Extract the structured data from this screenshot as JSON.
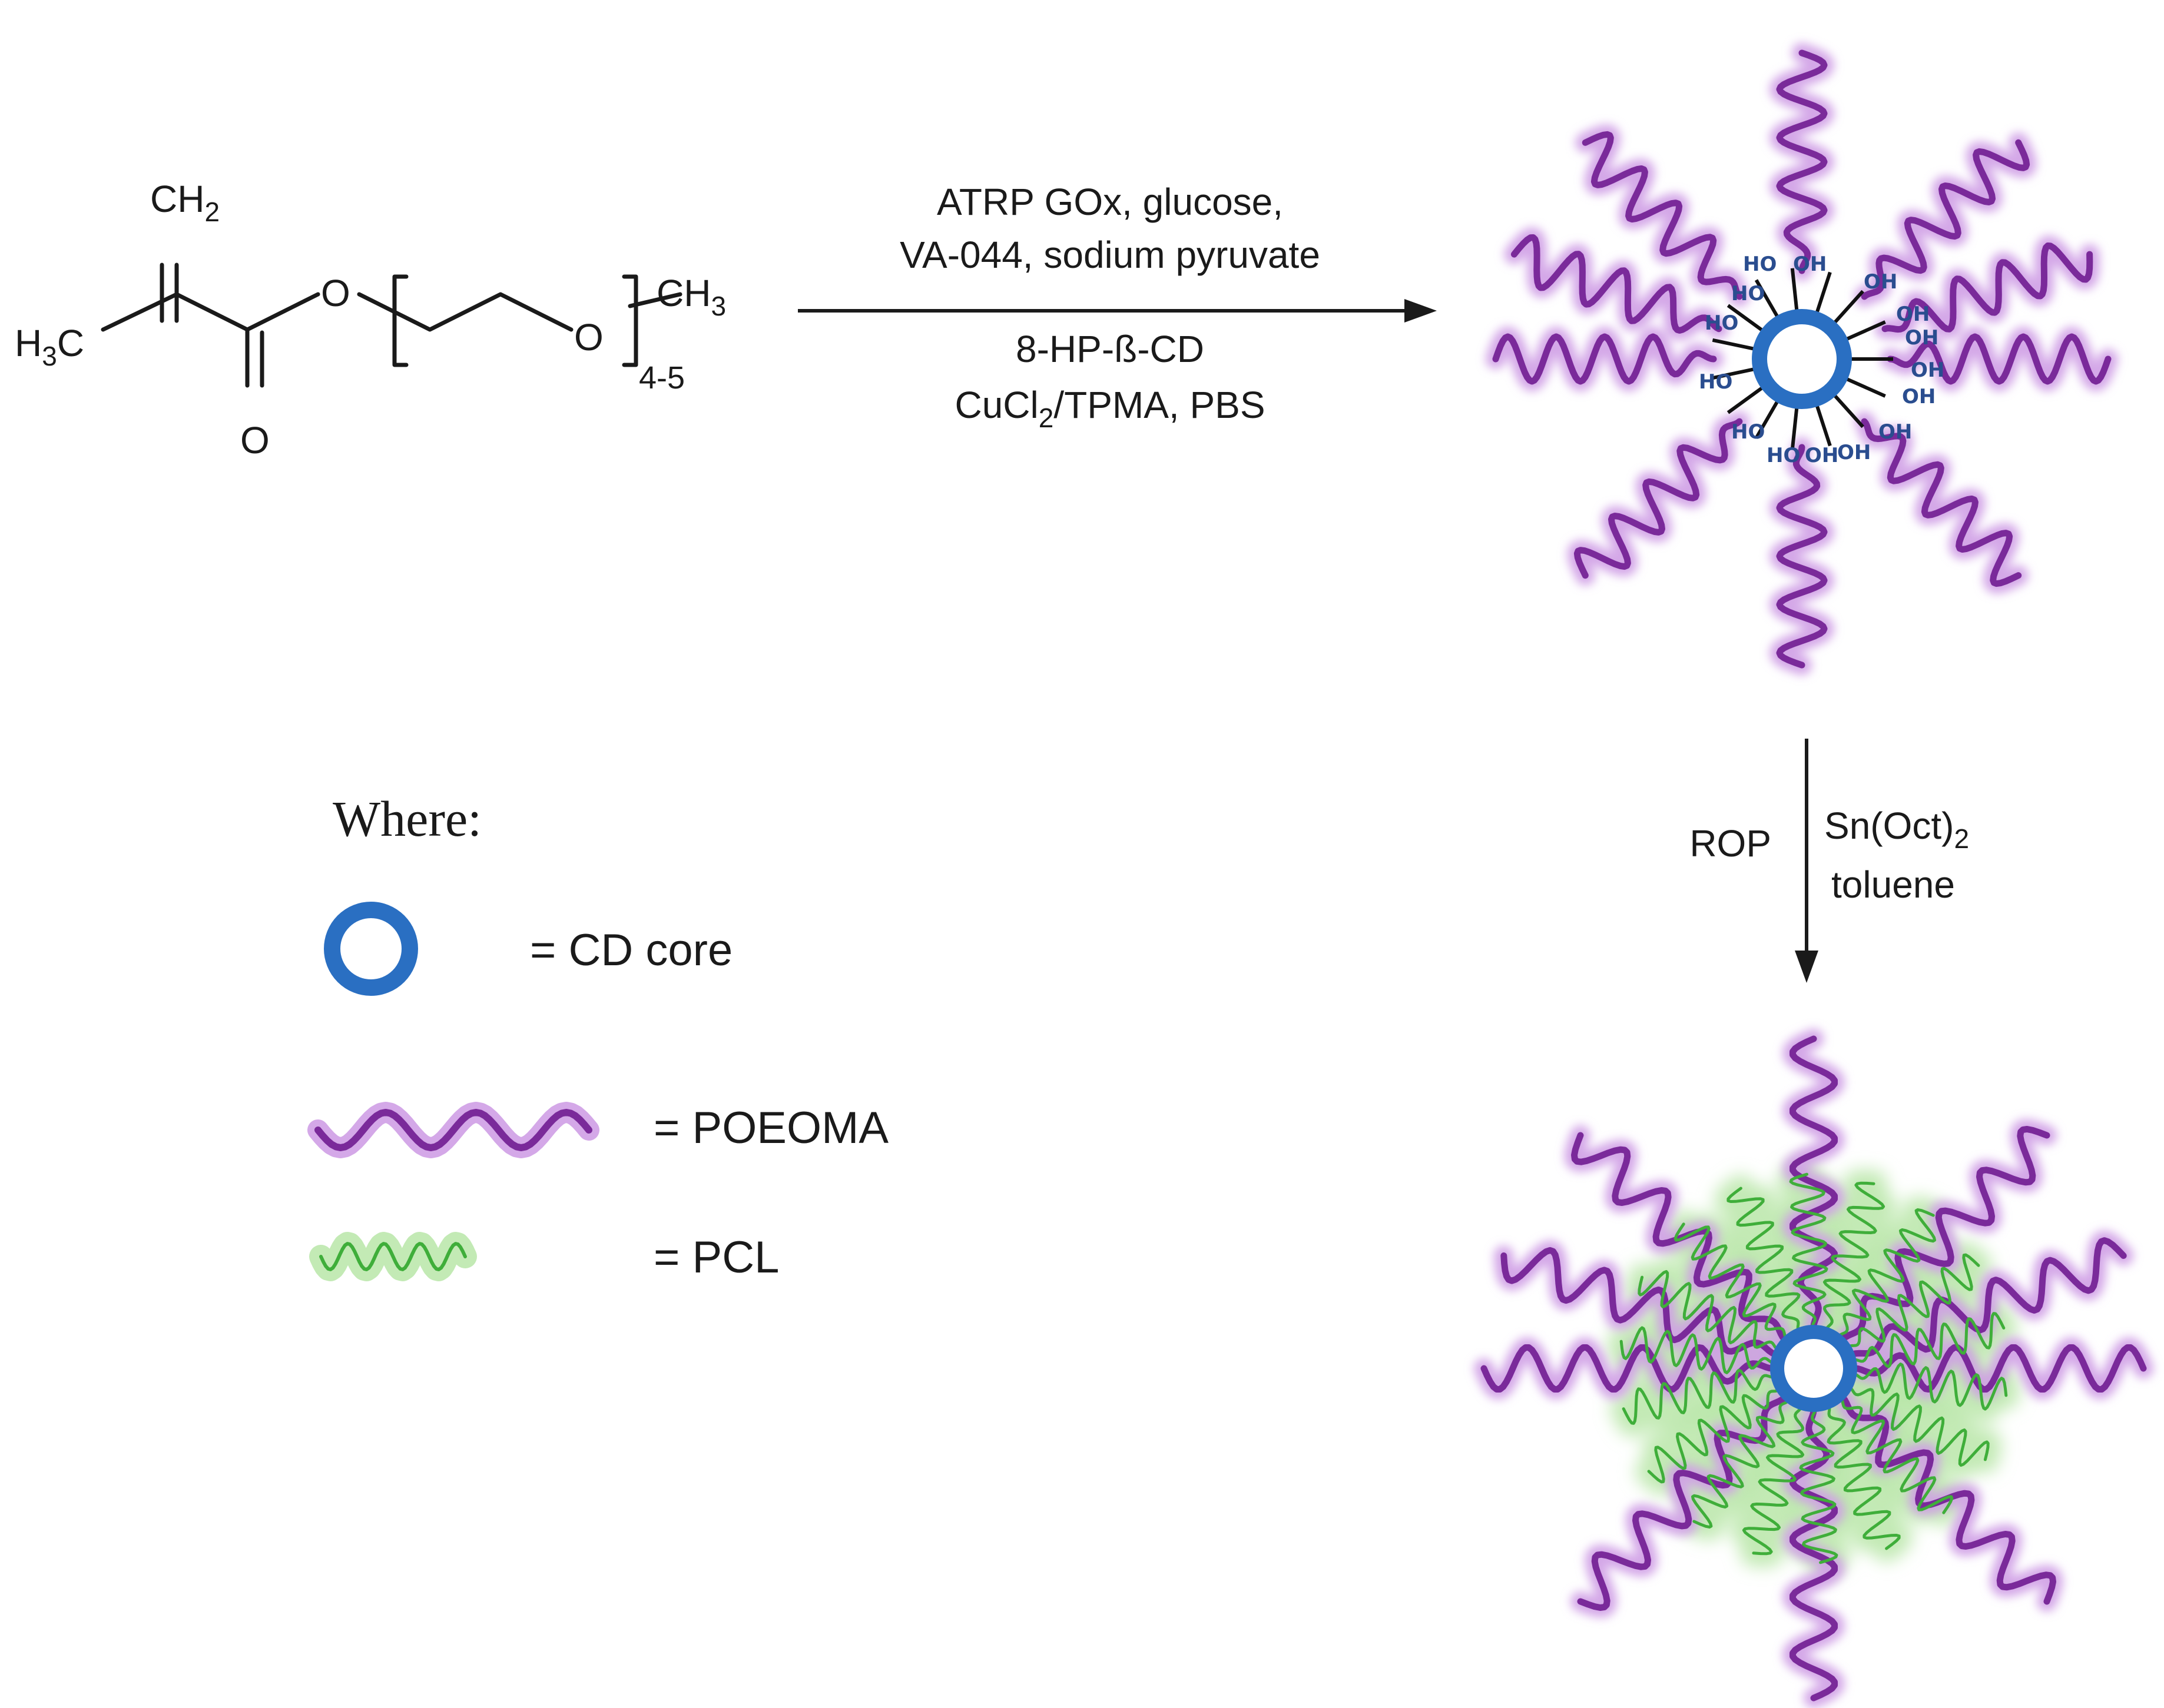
{
  "monomer": {
    "ch2": "CH",
    "ch2_sub": "2",
    "h3c_h": "H",
    "h3c_sub": "3",
    "h3c_c": "C",
    "o_ester": "O",
    "o_carbonyl": "O",
    "o_chain": "O",
    "ch3": "CH",
    "ch3_sub": "3",
    "repeat": "4-5"
  },
  "step1": {
    "line1": "ATRP GOx, glucose,",
    "line2": "VA-044, sodium pyruvate",
    "line3": "8-HP-ß-CD",
    "line4_pre": "CuCl",
    "line4_sub": "2",
    "line4_post": "/TPMA, PBS"
  },
  "step2": {
    "left": "ROP",
    "right1_pre": "Sn(Oct)",
    "right1_sub": "2",
    "right2": "toluene"
  },
  "hydroxyls": [
    "OH",
    "OH",
    "OH",
    "OH",
    "OH",
    "OH",
    "OH",
    "OH",
    "OH",
    "HO",
    "HO",
    "HO",
    "HO",
    "HO",
    "HO"
  ],
  "legend": {
    "title": "Where:",
    "cd_core": "= CD core",
    "poeoma": "= POEOMA",
    "pcl": "= PCL"
  },
  "colors": {
    "core_blue": "#2a6fc2",
    "poeoma_purple": "#7a2a9a",
    "poeoma_glow": "#cf9ee6",
    "pcl_green": "#3fae3a",
    "pcl_glow": "#b9e6a8",
    "hydroxyl_blue": "#2a4d8f"
  }
}
